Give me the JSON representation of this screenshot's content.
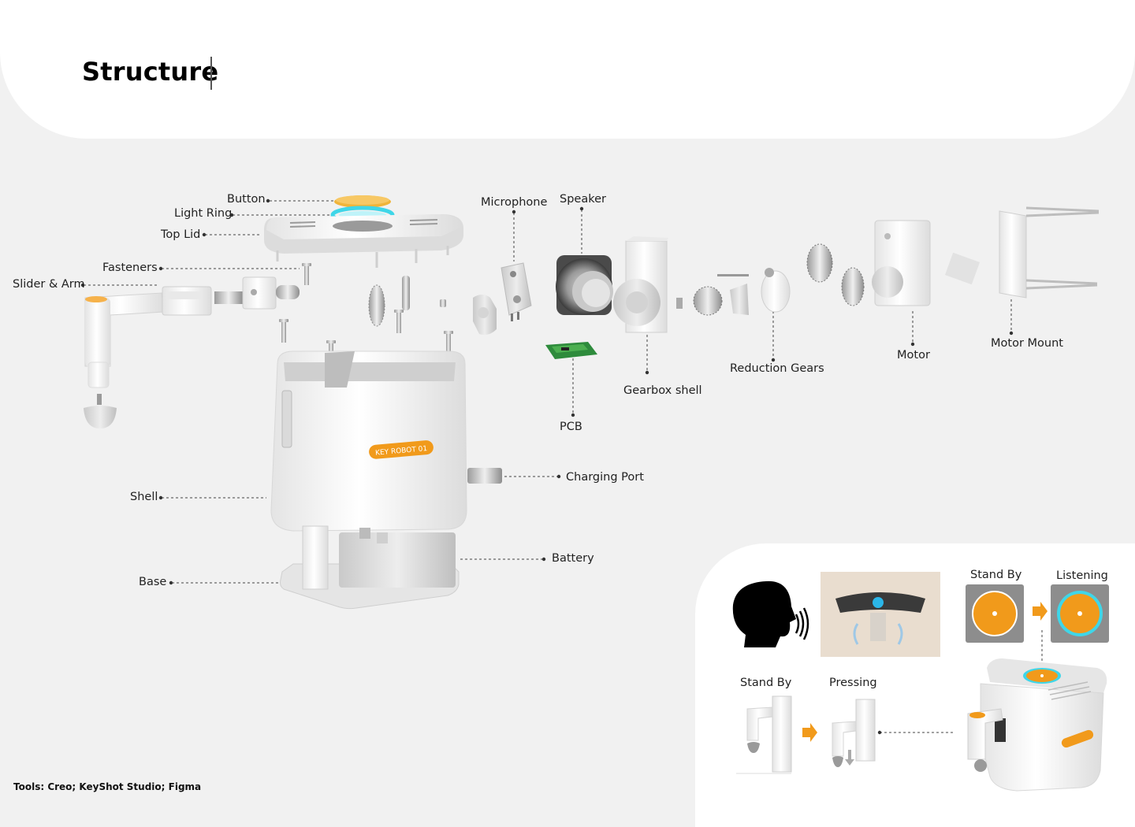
{
  "page": {
    "title": "Structure",
    "tools_text": "Tools:  Creo; KeyShot Studio; Figma"
  },
  "colors": {
    "accent_orange": "#F19A1B",
    "light_ring_cyan": "#3FD6E8",
    "background": "#F1F1F1",
    "pcb_green": "#2E8B3C"
  },
  "labels": {
    "button": "Button",
    "light_ring": "Light Ring",
    "top_lid": "Top Lid",
    "fasteners": "Fasteners",
    "slider_arm": "Slider & Arm",
    "shell": "Shell",
    "base": "Base",
    "microphone": "Microphone",
    "speaker": "Speaker",
    "pcb": "PCB",
    "gearbox_shell": "Gearbox shell",
    "reduction_gears": "Reduction Gears",
    "motor": "Motor",
    "motor_mount": "Motor Mount",
    "charging_port": "Charging Port",
    "battery": "Battery"
  },
  "product_badge": "KEY ROBOT 01",
  "interaction": {
    "stand_by_top": "Stand By",
    "listening": "Listening",
    "stand_by_bottom": "Stand By",
    "pressing": "Pressing",
    "icons": [
      "speaking-head-icon",
      "arrow-right-icon"
    ]
  }
}
